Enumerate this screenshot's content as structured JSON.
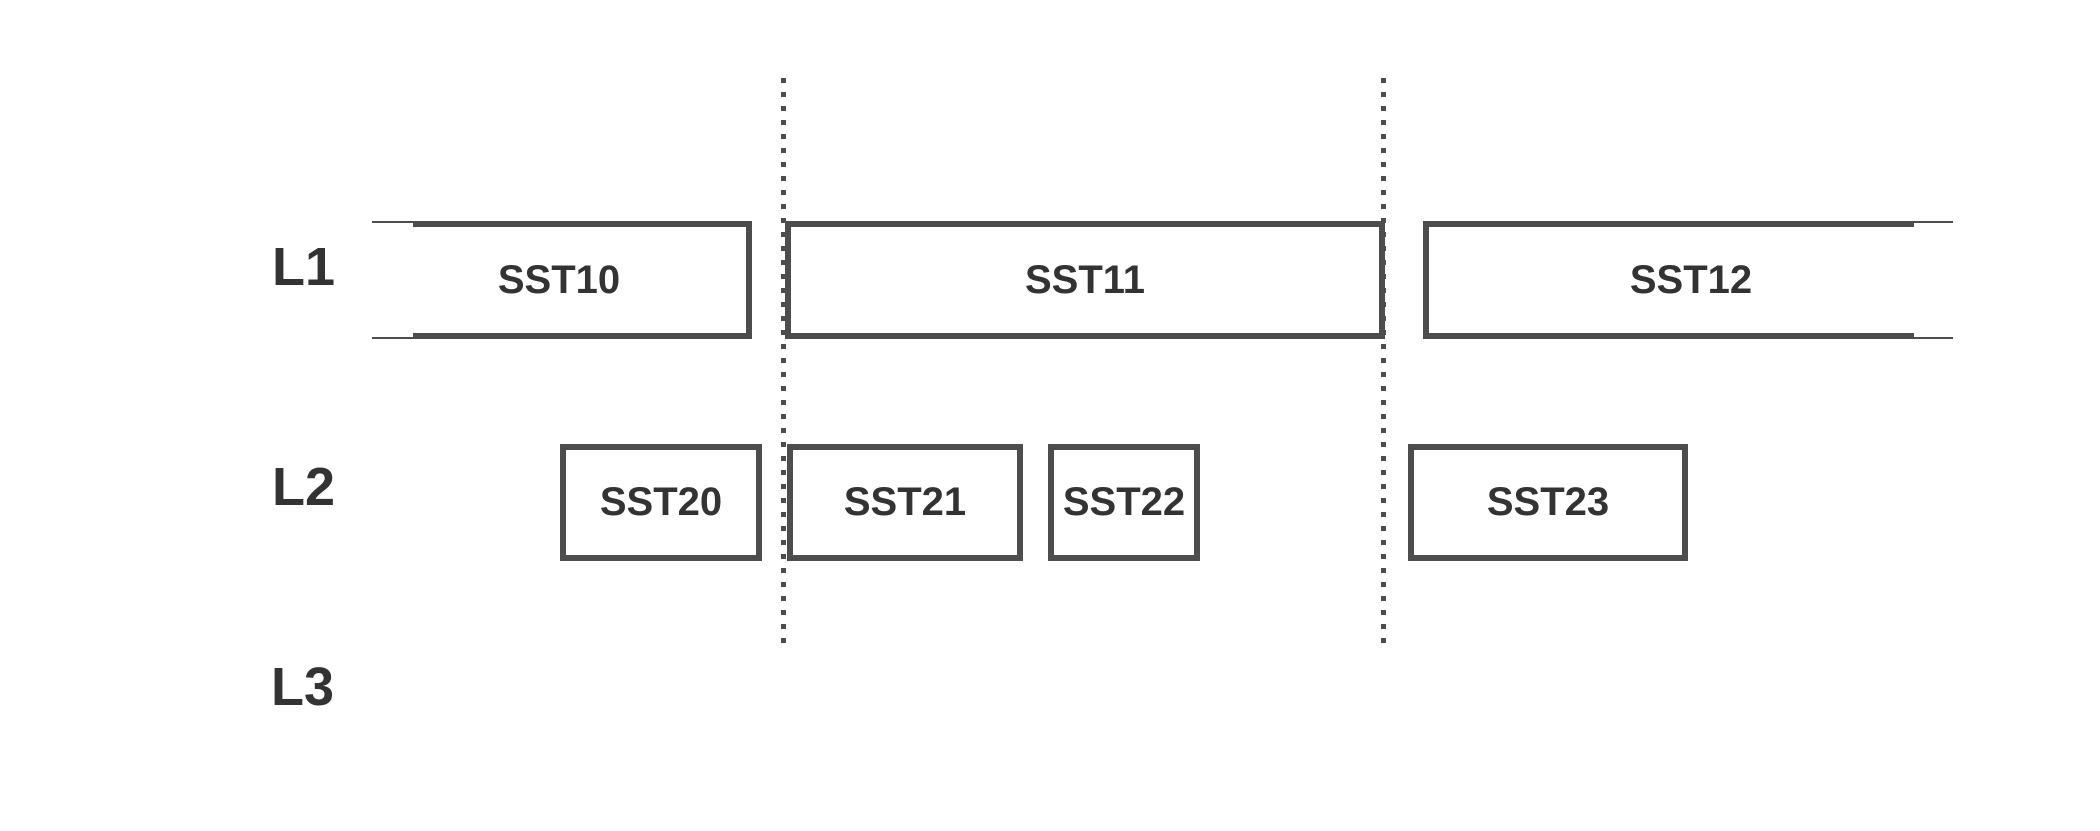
{
  "diagram": {
    "kind": "frame-structure-timing-diagram",
    "colors": {
      "stroke": "#4d4d4d",
      "text": "#333333",
      "background": "#ffffff"
    },
    "rows": [
      {
        "label": "L1"
      },
      {
        "label": "L2"
      },
      {
        "label": "L3"
      }
    ],
    "l1_segments": [
      {
        "label": "SST10"
      },
      {
        "label": "SST11"
      },
      {
        "label": "SST12"
      }
    ],
    "l2_segments": [
      {
        "label": "SST20"
      },
      {
        "label": "SST21"
      },
      {
        "label": "SST22"
      },
      {
        "label": "SST23"
      }
    ],
    "separator_style": "dotted-vertical-line",
    "separator_count": 2
  }
}
